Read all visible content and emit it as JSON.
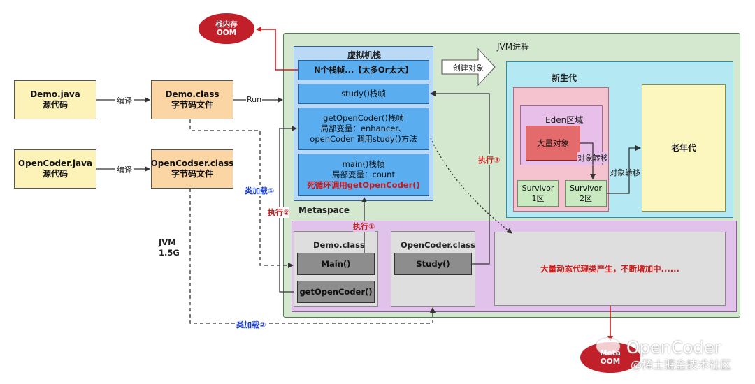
{
  "oom_top": {
    "line1": "栈内存",
    "line2": "OOM"
  },
  "oom_bottom": {
    "line1": "Meta",
    "line2": "OOM"
  },
  "jvm_process_label": "JVM进程",
  "jvm_mem": {
    "line1": "JVM",
    "line2": "1.5G"
  },
  "demo_java": {
    "name": "Demo.java",
    "desc": "源代码"
  },
  "demo_class": {
    "name": "Demo.class",
    "desc": "字节码文件"
  },
  "opencoder_java": {
    "name": "OpenCoder.java",
    "desc": "源代码"
  },
  "opencoder_class": {
    "name": "OpenCodser.class",
    "desc": "字节码文件"
  },
  "compile_label_1": "编译",
  "compile_label_2": "编译",
  "run_label": "Run",
  "classload_1": "类加载①",
  "classload_2": "类加载②",
  "exec_1": "执行①",
  "exec_2": "执行②",
  "exec_3": "执行③",
  "vm_stack": {
    "title": "虚拟机栈",
    "frame_overflow": "N个栈帧...【太多Or太大】",
    "frame_study": "study()栈帧",
    "frame_get": {
      "line1": "getOpenCoder()栈帧",
      "line2": "局部变量：enhancer、",
      "line3": "openCoder 调用study()方法"
    },
    "frame_main": {
      "line1": "main()栈帧",
      "line2": "局部变量：count",
      "line3": "死循环调用getOpenCoder()"
    }
  },
  "create_object_label": "创建对象",
  "heap": {
    "young_title": "新生代",
    "eden_title": "Eden区域",
    "big_object": "大量对象",
    "transfer_1": "对象转移",
    "transfer_2": "对象转移",
    "survivor1": {
      "line1": "Survivor",
      "line2": "1区"
    },
    "survivor2": {
      "line1": "Survivor",
      "line2": "2区"
    },
    "old_title": "老年代"
  },
  "metaspace": {
    "title": "Metaspace",
    "demo_class_title": "Demo.class",
    "main_method": "Main()",
    "get_method": "getOpenCoder()",
    "opencoder_class_title": "OpenCoder.class",
    "study_method": "Study()",
    "dynamic_proxy": "大量动态代理类产生，不断增加中......"
  },
  "watermark": {
    "brand": "OpenCoder",
    "community": "@稀土掘金技术社区"
  },
  "colors": {
    "red_arrow": "#cc1f1f",
    "proxy_text": "#d11a1a",
    "classload_text": "#1a3fd1",
    "exec_text": "#c81e1e"
  }
}
